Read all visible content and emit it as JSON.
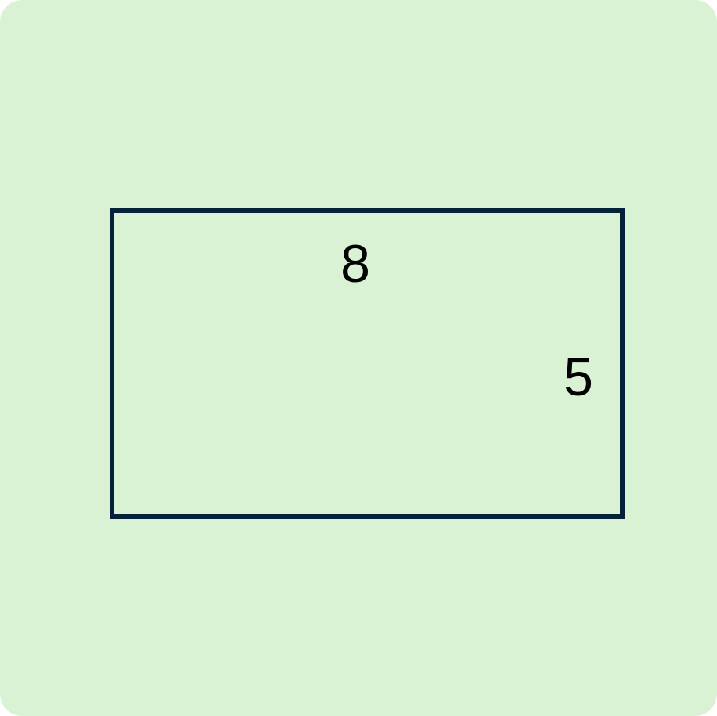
{
  "colors": {
    "background": "#d8f2d3",
    "outline": "#03223a",
    "label": "#000000"
  },
  "shape": "rectangle",
  "labels": {
    "width": "8",
    "height": "5"
  }
}
